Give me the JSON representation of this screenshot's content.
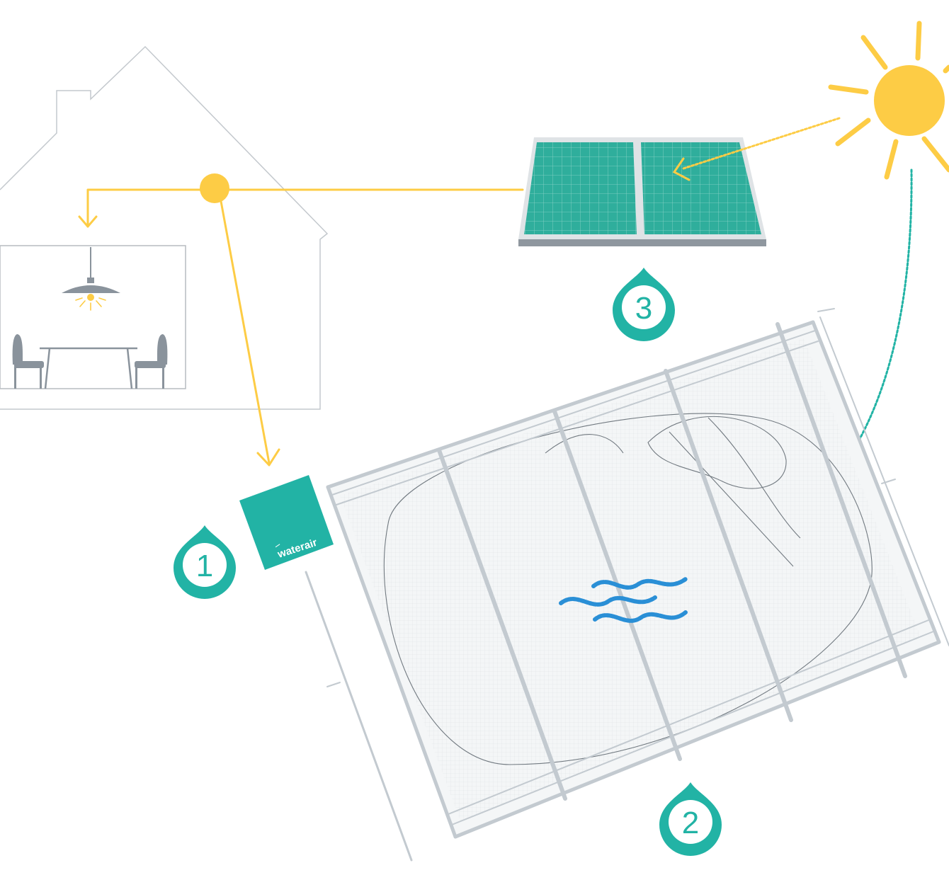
{
  "colors": {
    "accent_teal": "#22b3a5",
    "sun_yellow": "#fdcc45",
    "water_blue": "#2a8fd6",
    "outline_gray": "#b9bec4",
    "furniture_gray": "#8a939c",
    "panel_frame": "#8f979f",
    "panel_cells": "#2fae9c"
  },
  "device": {
    "brand": "waterair"
  },
  "badges": [
    {
      "label": "1"
    },
    {
      "label": "2"
    },
    {
      "label": "3"
    }
  ]
}
